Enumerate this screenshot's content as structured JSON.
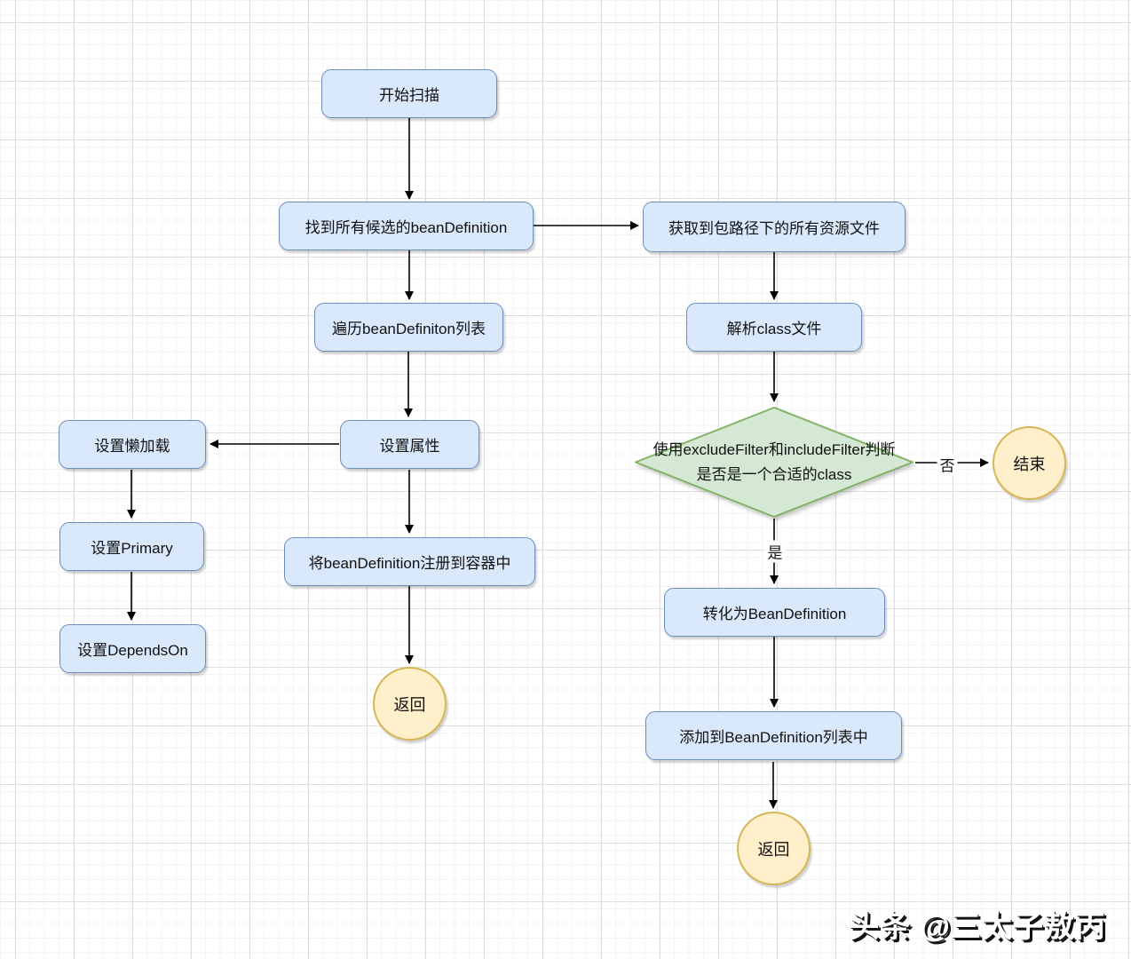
{
  "nodes": {
    "start": {
      "label": "开始扫描",
      "type": "process"
    },
    "find_candidates": {
      "label": "找到所有候选的beanDefinition",
      "type": "process"
    },
    "get_resources": {
      "label": "获取到包路径下的所有资源文件",
      "type": "process"
    },
    "iterate_list": {
      "label": "遍历beanDefiniton列表",
      "type": "process"
    },
    "parse_class": {
      "label": "解析class文件",
      "type": "process"
    },
    "set_lazy": {
      "label": "设置懒加载",
      "type": "process"
    },
    "set_properties": {
      "label": "设置属性",
      "type": "process"
    },
    "decision_filter": {
      "label_line1": "使用excludeFilter和includeFilter判断",
      "label_line2": "是否是一个合适的class",
      "type": "decision"
    },
    "end": {
      "label": "结束",
      "type": "terminal"
    },
    "set_primary": {
      "label": "设置Primary",
      "type": "process"
    },
    "register_bean": {
      "label": "将beanDefinition注册到容器中",
      "type": "process"
    },
    "set_depends_on": {
      "label": "设置DependsOn",
      "type": "process"
    },
    "return_middle": {
      "label": "返回",
      "type": "terminal"
    },
    "convert_bean": {
      "label": "转化为BeanDefinition",
      "type": "process"
    },
    "add_to_list": {
      "label": "添加到BeanDefinition列表中",
      "type": "process"
    },
    "return_right": {
      "label": "返回",
      "type": "terminal"
    }
  },
  "edges": [
    {
      "from": "start",
      "to": "find_candidates",
      "label": ""
    },
    {
      "from": "find_candidates",
      "to": "get_resources",
      "label": ""
    },
    {
      "from": "find_candidates",
      "to": "iterate_list",
      "label": ""
    },
    {
      "from": "get_resources",
      "to": "parse_class",
      "label": ""
    },
    {
      "from": "iterate_list",
      "to": "set_properties",
      "label": ""
    },
    {
      "from": "parse_class",
      "to": "decision_filter",
      "label": ""
    },
    {
      "from": "set_properties",
      "to": "set_lazy",
      "label": ""
    },
    {
      "from": "decision_filter",
      "to": "end",
      "label": "否"
    },
    {
      "from": "set_lazy",
      "to": "set_primary",
      "label": ""
    },
    {
      "from": "set_properties",
      "to": "register_bean",
      "label": ""
    },
    {
      "from": "decision_filter",
      "to": "convert_bean",
      "label": "是"
    },
    {
      "from": "set_primary",
      "to": "set_depends_on",
      "label": ""
    },
    {
      "from": "register_bean",
      "to": "return_middle",
      "label": ""
    },
    {
      "from": "convert_bean",
      "to": "add_to_list",
      "label": ""
    },
    {
      "from": "add_to_list",
      "to": "return_right",
      "label": ""
    }
  ],
  "watermark": {
    "text": "头条 @三太子敖丙"
  },
  "colors": {
    "process_fill": "#dae8fc",
    "process_border": "#6c8ebf",
    "decision_fill": "#d5e8d4",
    "decision_border": "#82b366",
    "terminal_fill": "#ffefca",
    "terminal_border": "#d6b656",
    "arrow": "#000000",
    "background": "#ffffff"
  }
}
